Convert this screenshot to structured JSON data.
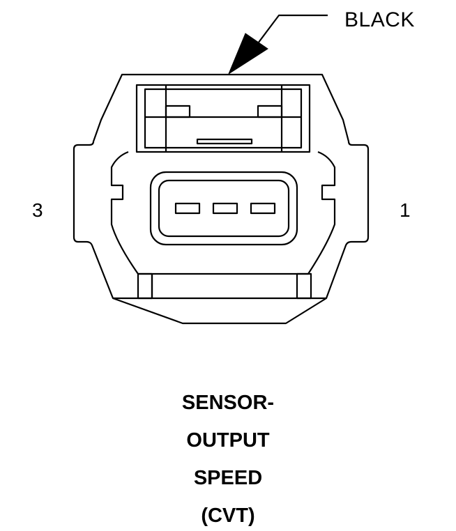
{
  "connector": {
    "wire_color": "BLACK",
    "pin_left_label": "3",
    "pin_right_label": "1",
    "cavities": 3
  },
  "title_lines": [
    "SENSOR-",
    "OUTPUT",
    "SPEED",
    "(CVT)"
  ],
  "colors": {
    "line": "#000000",
    "background": "#ffffff"
  }
}
